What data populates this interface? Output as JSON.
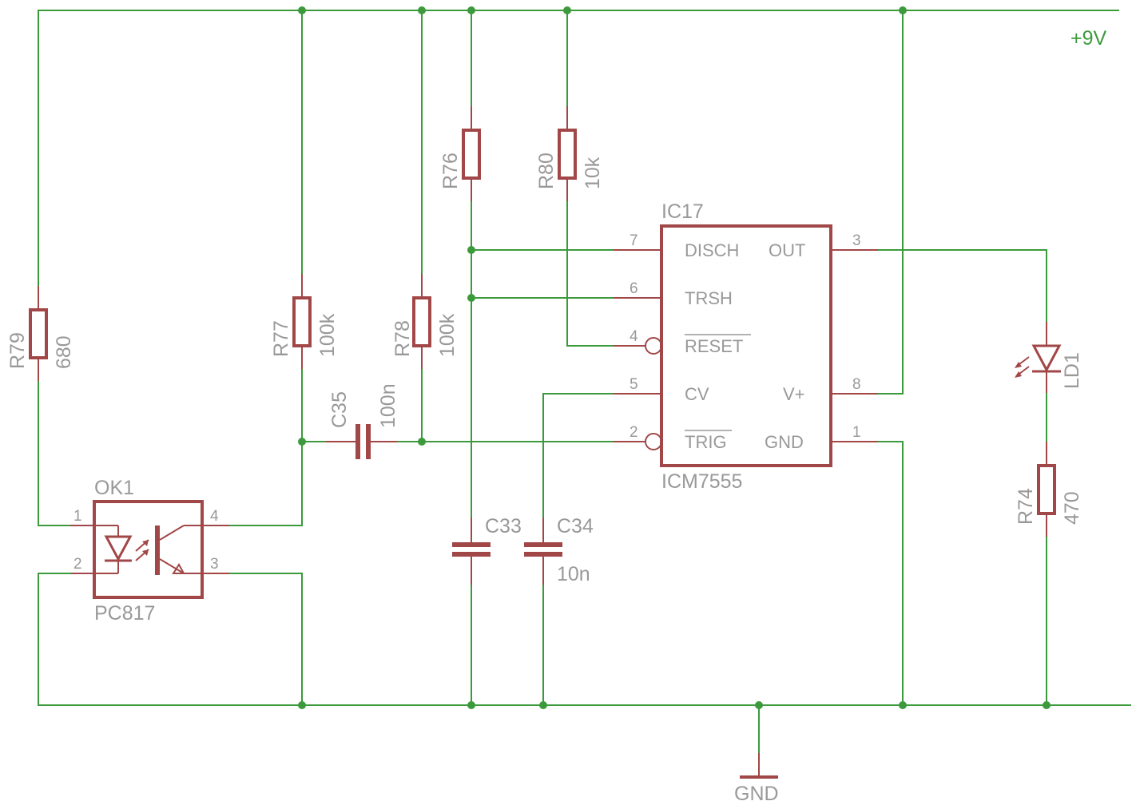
{
  "nets": {
    "supply": "+9V",
    "ground": "GND"
  },
  "components": {
    "r79": {
      "ref": "R79",
      "value": "680"
    },
    "r77": {
      "ref": "R77",
      "value": "100k"
    },
    "r78": {
      "ref": "R78",
      "value": "100k"
    },
    "r76": {
      "ref": "R76",
      "value": ""
    },
    "r80": {
      "ref": "R80",
      "value": "10k"
    },
    "r74": {
      "ref": "R74",
      "value": "470"
    },
    "c35": {
      "ref": "C35",
      "value": "100n"
    },
    "c33": {
      "ref": "C33",
      "value": ""
    },
    "c34": {
      "ref": "C34",
      "value": "10n"
    },
    "ld1": {
      "ref": "LD1"
    },
    "ok1": {
      "ref": "OK1",
      "value": "PC817",
      "pins": [
        "1",
        "2",
        "3",
        "4"
      ]
    },
    "ic17": {
      "ref": "IC17",
      "value": "ICM7555",
      "pins": [
        {
          "num": "7",
          "name": "DISCH"
        },
        {
          "num": "6",
          "name": "TRSH"
        },
        {
          "num": "4",
          "name": "RESET"
        },
        {
          "num": "5",
          "name": "CV"
        },
        {
          "num": "2",
          "name": "TRIG"
        },
        {
          "num": "3",
          "name": "OUT"
        },
        {
          "num": "8",
          "name": "V+"
        },
        {
          "num": "1",
          "name": "GND"
        }
      ]
    }
  }
}
